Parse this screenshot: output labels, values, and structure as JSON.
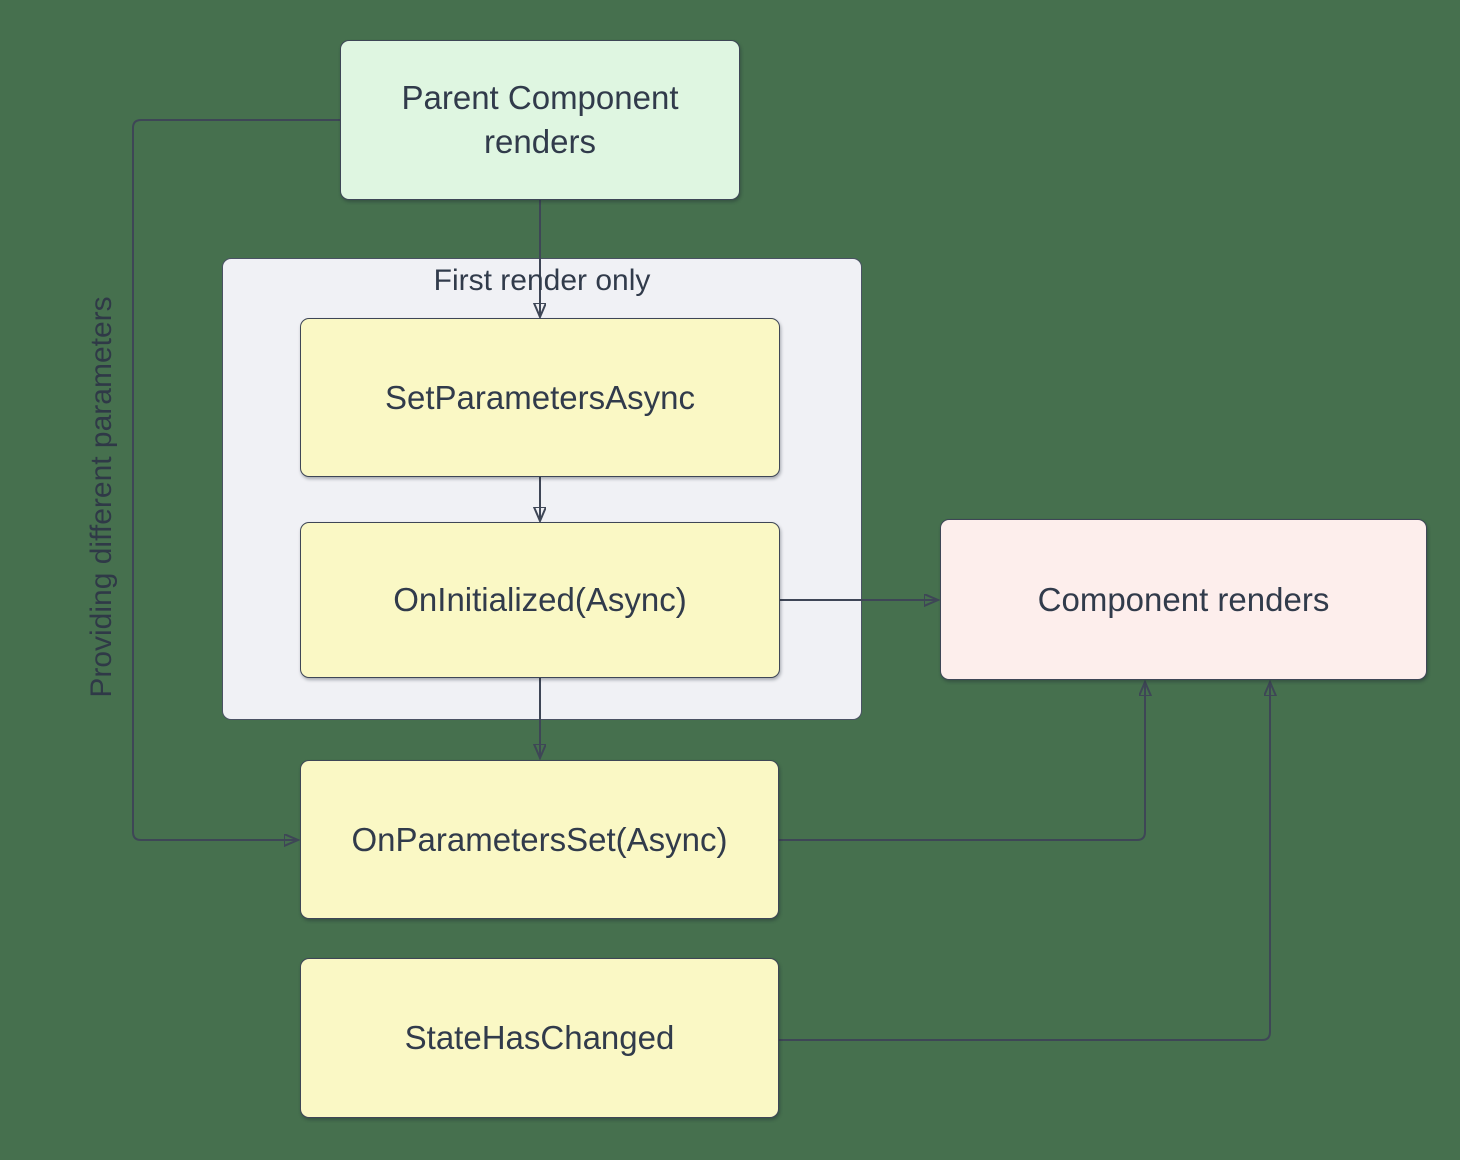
{
  "colors": {
    "background": "#46704E",
    "edge_line": "#3E4656",
    "node_border": "#3E4656",
    "text": "#313B4B",
    "node_green_fill": "#DFF6E1",
    "node_yellow_fill": "#FAF8C5",
    "node_pink_fill": "#FDEEEC",
    "subgraph_fill": "#F0F1F5"
  },
  "nodes": {
    "parent": {
      "label": "Parent Component renders"
    },
    "set_parameters_async": {
      "label": "SetParametersAsync"
    },
    "on_initialized": {
      "label": "OnInitialized(Async)"
    },
    "component_renders": {
      "label": "Component renders"
    },
    "on_parameters_set": {
      "label": "OnParametersSet(Async)"
    },
    "state_has_changed": {
      "label": "StateHasChanged"
    }
  },
  "subgraph": {
    "label": "First render only"
  },
  "edge_label": {
    "text": "Providing different parameters"
  }
}
